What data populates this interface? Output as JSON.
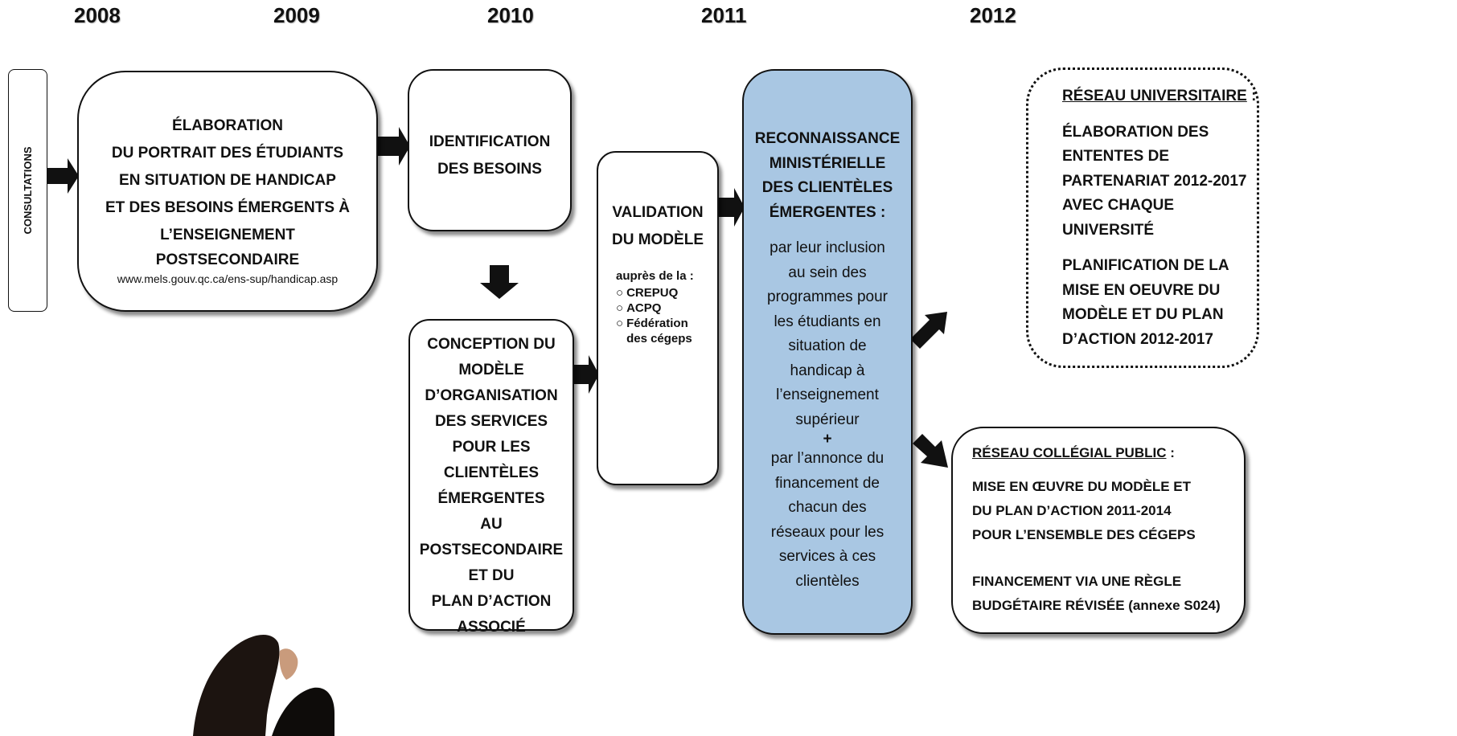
{
  "years": [
    "2008",
    "2009",
    "2010",
    "2011",
    "2012"
  ],
  "consultations": "CONSULTATIONS",
  "portrait": {
    "lines": [
      "ÉLABORATION",
      "DU PORTRAIT DES ÉTUDIANTS",
      "EN SITUATION DE HANDICAP",
      "ET DES BESOINS ÉMERGENTS À",
      "L’ENSEIGNEMENT",
      "POSTSECONDAIRE"
    ],
    "url": "www.mels.gouv.qc.ca/ens-sup/handicap.asp"
  },
  "identification": {
    "lines": [
      "IDENTIFICATION",
      "DES BESOINS"
    ]
  },
  "conception": {
    "lines": [
      "CONCEPTION DU",
      "MODÈLE",
      "D’ORGANISATION",
      "DES SERVICES",
      "POUR LES",
      "CLIENTÈLES",
      "ÉMERGENTES",
      "AU",
      "POSTSECONDAIRE",
      "ET DU",
      "PLAN D’ACTION",
      "ASSOCIÉ"
    ]
  },
  "validation": {
    "lines": [
      "VALIDATION",
      "DU MODÈLE"
    ],
    "intro": "auprès de la :",
    "bullet": "○",
    "items": [
      "CREPUQ",
      "ACPQ",
      "Fédération des cégeps"
    ]
  },
  "reconnaissance": {
    "title_lines": [
      "RECONNAISSANCE",
      "MINISTÉRIELLE",
      "DES CLIENTÈLES",
      "ÉMERGENTES :"
    ],
    "body1": [
      "par leur inclusion",
      "au sein des",
      "programmes pour",
      "les étudiants en",
      "situation de",
      "handicap à",
      "l’enseignement",
      "supérieur"
    ],
    "plus": "+",
    "body2": [
      "par l’annonce du",
      "financement de",
      "chacun des",
      "réseaux pour les",
      "services à ces",
      "clientèles"
    ],
    "fill_color": "#a9c7e3"
  },
  "universitaire": {
    "heading": "RÉSEAU UNIVERSITAIRE",
    "colon": " :",
    "para1": [
      "ÉLABORATION DES",
      "ENTENTES DE",
      "PARTENARIAT 2012-2017",
      "AVEC CHAQUE",
      "UNIVERSITÉ"
    ],
    "para2": [
      "PLANIFICATION DE LA",
      "MISE EN OEUVRE DU",
      "MODÈLE ET DU PLAN",
      "D’ACTION 2012-2017"
    ]
  },
  "collegial": {
    "heading": "RÉSEAU COLLÉGIAL PUBLIC",
    "colon": " :",
    "para1": [
      "MISE EN ŒUVRE DU MODÈLE ET",
      "DU PLAN D’ACTION 2011-2014",
      "POUR L’ENSEMBLE DES CÉGEPS"
    ],
    "para2": [
      "FINANCEMENT VIA UNE RÈGLE",
      "BUDGÉTAIRE RÉVISÉE (annexe S024)"
    ]
  }
}
